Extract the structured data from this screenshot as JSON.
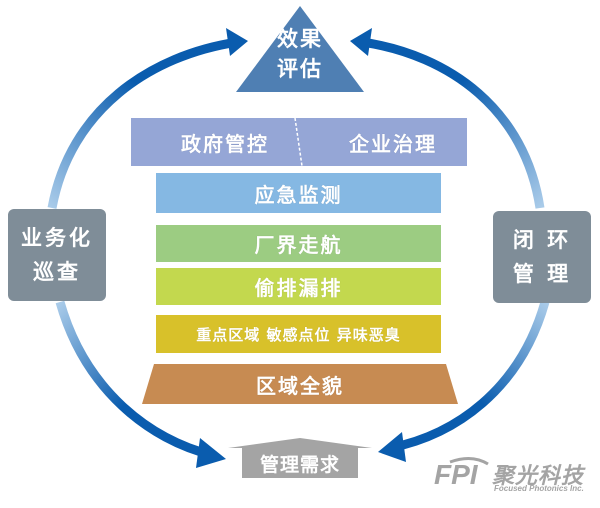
{
  "top_node": {
    "line1": "效果",
    "line2": "评估"
  },
  "bottom_node": {
    "label": "管理需求"
  },
  "left_node": {
    "line1": "业务化",
    "line2": "巡查"
  },
  "right_node": {
    "line1": "闭 环",
    "line2": "管 理"
  },
  "layers": [
    {
      "left": "政府管控",
      "right": "企业治理",
      "color": "#95a6d6"
    },
    {
      "label": "应急监测",
      "color": "#85b8e3"
    },
    {
      "label": "厂界走航",
      "color": "#9ccc82"
    },
    {
      "label": "偷排漏排",
      "color": "#c3d84e"
    },
    {
      "label": "重点区域 敏感点位 异味恶臭",
      "color": "#d8c12a"
    },
    {
      "label": "区域全貌",
      "color": "#c78b52"
    }
  ],
  "colors": {
    "arrow_dark": "#0a5cae",
    "arrow_light": "#a9cbe9",
    "triangle": "#4f7fb3",
    "side_box": "#7f8d98",
    "house": "#a4a4a4"
  },
  "logo": {
    "mark": "FPI",
    "cn": "聚光科技",
    "en": "Focused Photonics Inc."
  }
}
